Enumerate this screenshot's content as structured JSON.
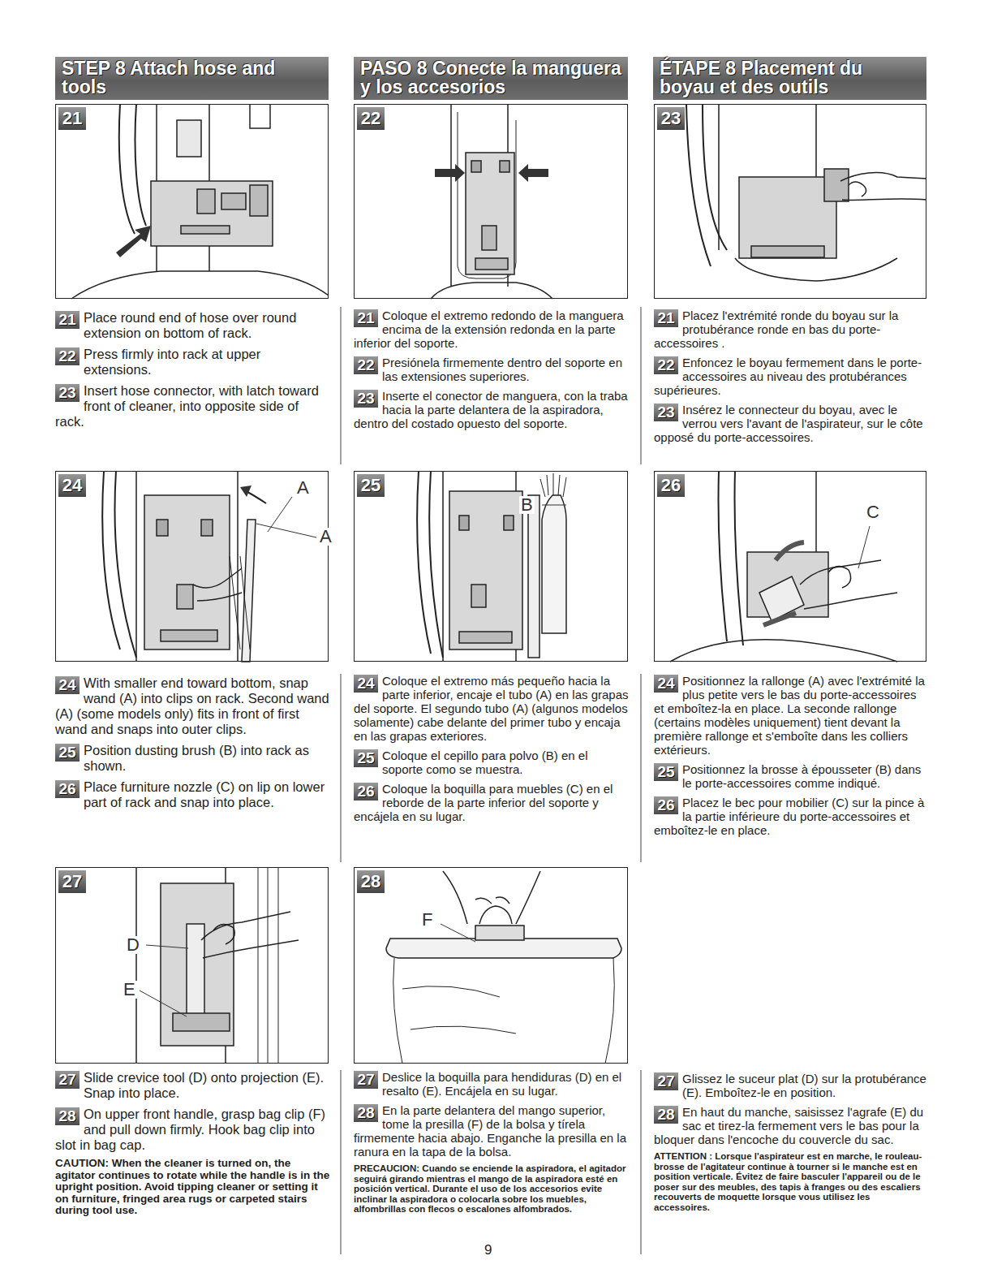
{
  "diagram": {
    "nodes": [
      {
        "text": [
          "STEP 8 Attach hose and tools"
        ]
      },
      {
        "text": [
          "PASO 8 Conecte la manguera y los accesorios"
        ]
      },
      {
        "text": [
          "ÉTAPE 8 Placement du boyau et des outils"
        ]
      },
      {
        "text": [
          "21"
        ]
      },
      {
        "text": [
          "22"
        ]
      },
      {
        "text": [
          "23"
        ]
      },
      {
        "text": [
          "24"
        ]
      },
      {
        "text": [
          "25"
        ]
      },
      {
        "text": [
          "26"
        ]
      },
      {
        "text": [
          "27"
        ]
      },
      {
        "text": [
          "28"
        ]
      }
    ],
    "labels": [
      "A",
      "A",
      "B",
      "C",
      "D",
      "E",
      "F",
      "21",
      "Place round end of hose over round extension on bottom of rack.",
      "22",
      "Press firmly into rack at upper extensions.",
      "23",
      "Insert hose connector, with latch toward front of cleaner, into opposite side of rack.",
      "24",
      "With smaller end toward bottom, snap wand (A) into clips on rack. Second wand (A) (some models only) fits in front of first wand and snaps into outer clips.",
      "25",
      "Position dusting brush (B) into rack as shown.",
      "26",
      "Place furniture nozzle (C) on lip on lower part of rack and snap into place.",
      "27",
      "Slide crevice tool (D) onto projection (E). Snap into place.",
      "28",
      "On upper front handle, grasp bag clip (F) and pull down firmly. Hook bag clip into slot in bag cap.",
      "CAUTION: When the cleaner is turned on, the agitator continues to rotate while the handle is in the upright position. Avoid tipping cleaner or setting it on furniture, fringed area rugs or carpeted stairs during tool use.",
      "21",
      "Coloque el extremo redondo de la manguera encima de la extensión redonda en la parte inferior del soporte.",
      "22",
      "Presiónela firmemente dentro del soporte en las extensiones superiores.",
      "23",
      "Inserte el conector de manguera, con la traba hacia la parte delantera de la aspiradora, dentro del costado opuesto del soporte.",
      "24",
      "Coloque el extremo más pequeño hacia la parte inferior, encaje el tubo (A) en las grapas del soporte. El segundo tubo (A) (algunos modelos solamente) cabe delante del primer tubo y encaja en las grapas exteriores.",
      "25",
      "Coloque el cepillo para polvo (B) en el soporte como se muestra.",
      "26",
      "Coloque la boquilla para muebles (C) en el reborde de la parte inferior del soporte y encájela en su lugar.",
      "27",
      "Deslice la boquilla para hendiduras (D) en el resalto (E). Encájela en su lugar.",
      "28",
      "En la parte delantera del mango superior, tome la presilla (F) de la bolsa y tírela firmemente hacia abajo. Enganche la presilla en la ranura en la tapa de la bolsa.",
      "PRECAUCION: Cuando se enciende la aspiradora, el agitador seguirá girando mientras el mango de la aspiradora esté en posición vertical. Durante el uso de los accesorios evite inclinar la aspiradora o colocarla sobre los muebles, alfombrillas con flecos o escalones alfombrados.",
      "21",
      "Placez l'extrémité ronde du boyau sur la protubérance ronde en bas du porte-accessoires .",
      "22",
      "Enfoncez le boyau fermement dans le porte-accessoires au niveau des protubérances supérieures.",
      "23",
      "Insérez le connecteur du boyau, avec le verrou vers l'avant de l'aspirateur, sur le côte opposé du porte-accessoires.",
      "24",
      "Positionnez la rallonge (A) avec l'extrémité la plus petite vers le bas du porte-accessoires et emboîtez-la en place. La seconde rallonge (certains modèles uniquement) tient devant la première rallonge et s'emboîte dans les colliers extérieurs.",
      "25",
      "Positionnez la brosse à épousseter (B) dans le porte-accessoires comme indiqué.",
      "26",
      "Placez le bec pour mobilier (C) sur la pince à la partie inférieure du porte-accessoires et emboîtez-le en place.",
      "27",
      "Glissez le suceur plat (D) sur la protubérance (E). Emboîtez-le en position.",
      "28",
      "En haut du manche, saisissez l'agrafe (E) du sac et tirez-la fermement vers le bas pour la bloquer dans l'encoche du couvercle du sac.",
      "ATTENTION : Lorsque l'aspirateur est en marche, le rouleau-brosse de l'agitateur continue à tourner si le manche est en position verticale. Évitez de faire basculer l'appareil ou de le poser sur des meubles, des tapis à franges ou des escaliers recouverts de moquette lorsque vous utilisez les accessoires.",
      "9"
    ]
  }
}
